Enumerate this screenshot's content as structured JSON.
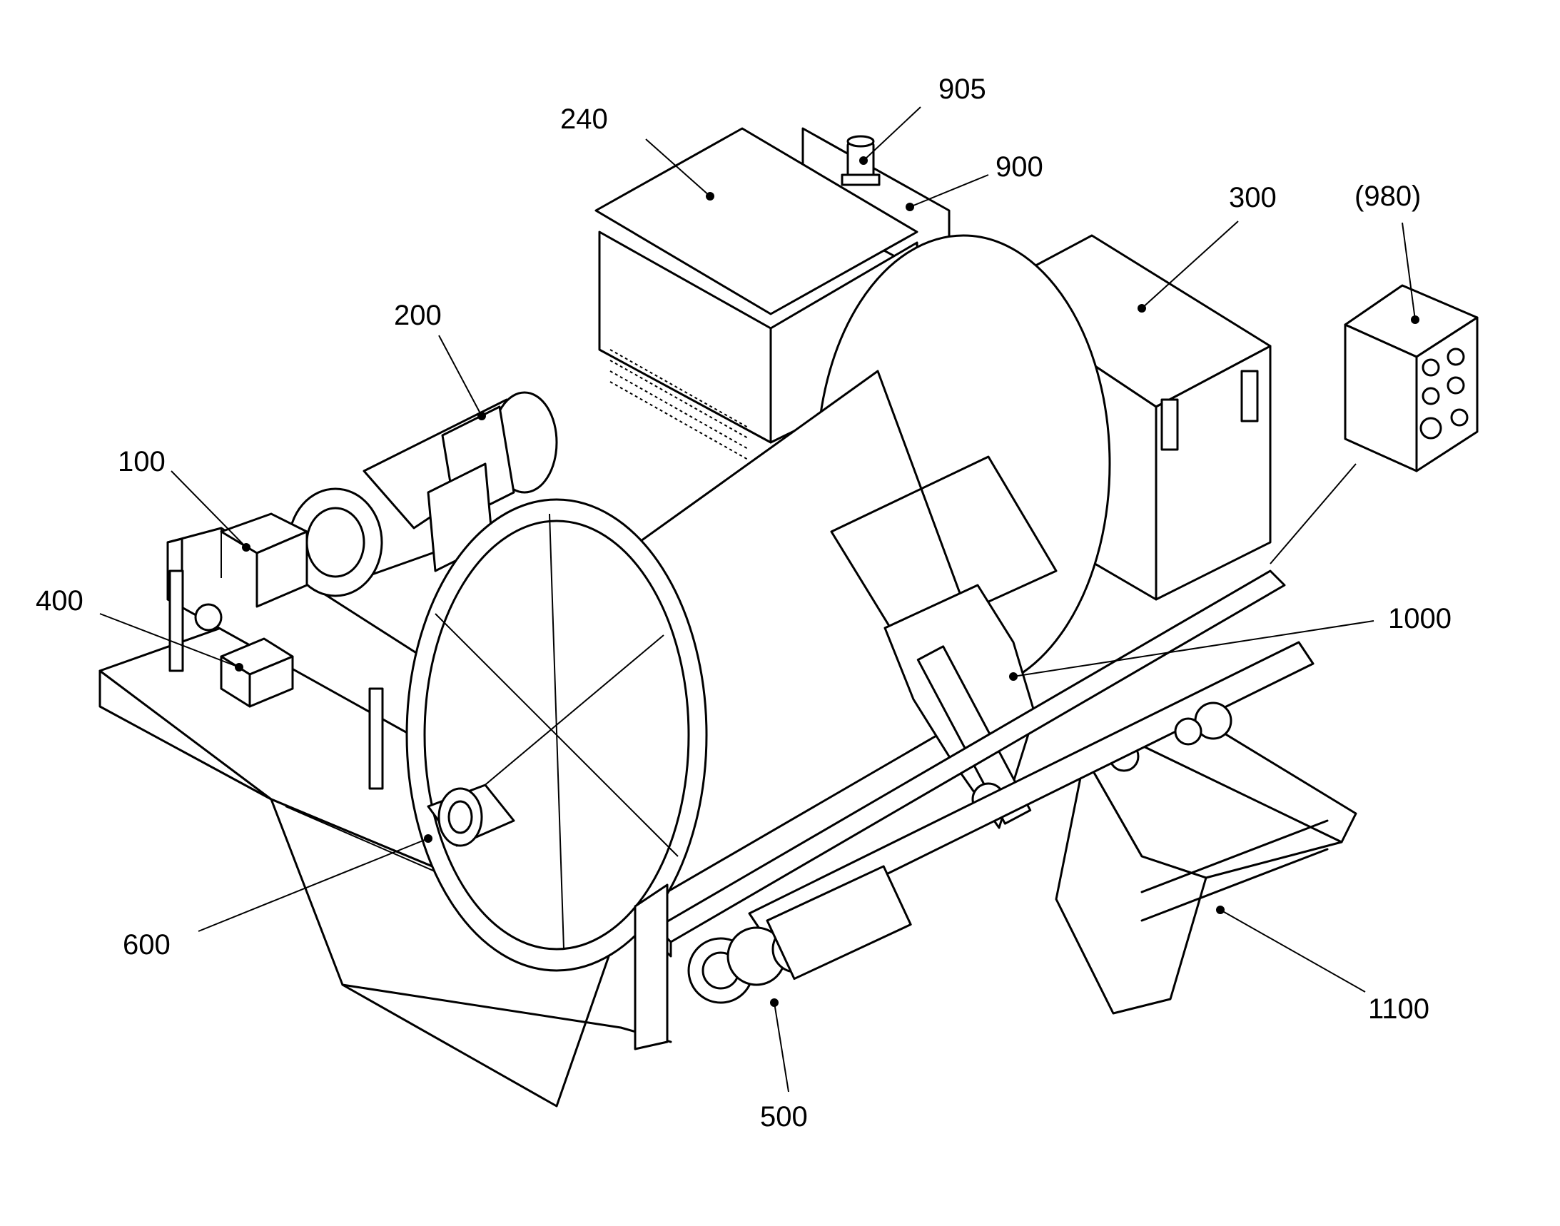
{
  "figure": {
    "labels": {
      "l240": "240",
      "l905": "905",
      "l900": "900",
      "l300": "300",
      "l980": "(980)",
      "l200": "200",
      "l100": "100",
      "l400": "400",
      "l1000": "1000",
      "l600": "600",
      "l1100": "1100",
      "l500": "500"
    }
  }
}
